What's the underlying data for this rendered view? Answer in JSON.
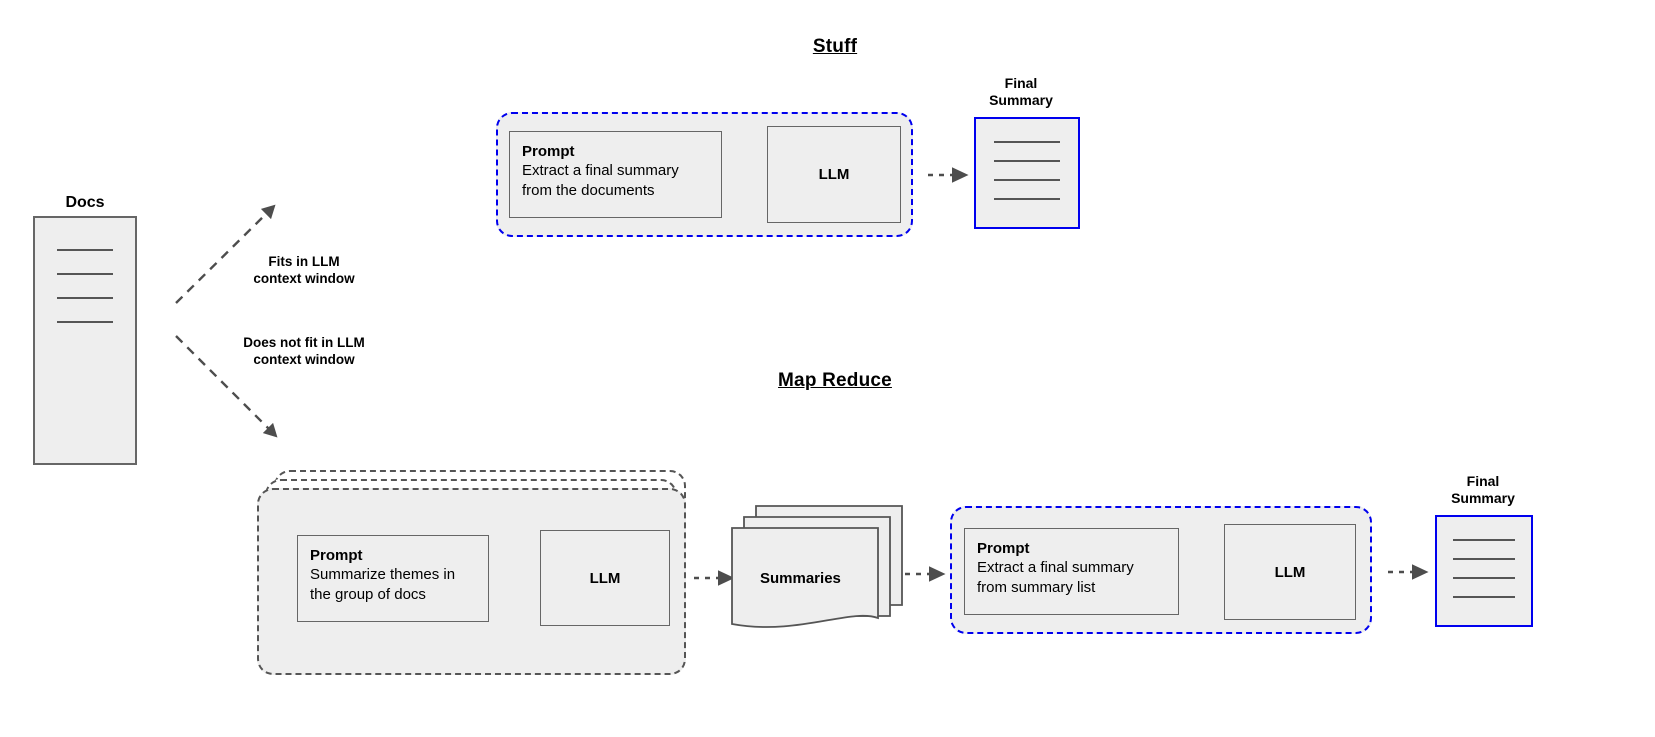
{
  "diagram": {
    "title_stuff": "Stuff",
    "title_map_reduce": "Map Reduce",
    "docs": {
      "label": "Docs",
      "line_count": 4
    },
    "branches": [
      {
        "label": "Fits in LLM\ncontext window",
        "direction": "up-right"
      },
      {
        "label": "Does not fit in LLM\ncontext window",
        "direction": "down-right"
      }
    ],
    "stuff_flow": {
      "prompt": {
        "title": "Prompt",
        "body": "Extract a final summary\nfrom the documents"
      },
      "llm_label": "LLM",
      "final_summary": {
        "caption": "Final\nSummary",
        "line_count": 4
      }
    },
    "map_reduce_flow": {
      "map_stack": {
        "copies": 3,
        "prompt": {
          "title": "Prompt",
          "body": "Summarize themes in\nthe group of docs"
        },
        "llm_label": "LLM"
      },
      "summaries": {
        "label": "Summaries",
        "copies": 3
      },
      "reduce": {
        "prompt": {
          "title": "Prompt",
          "body": "Extract a final summary\nfrom summary list"
        },
        "llm_label": "LLM"
      },
      "final_summary": {
        "caption": "Final\nSummary",
        "line_count": 4
      }
    },
    "colors": {
      "fill": "#eeeeee",
      "stroke": "#666666",
      "accent_blue": "#0000ee",
      "dashed_gray": "#555555",
      "arrow": "#4d4d4d",
      "text": "#000000"
    }
  }
}
